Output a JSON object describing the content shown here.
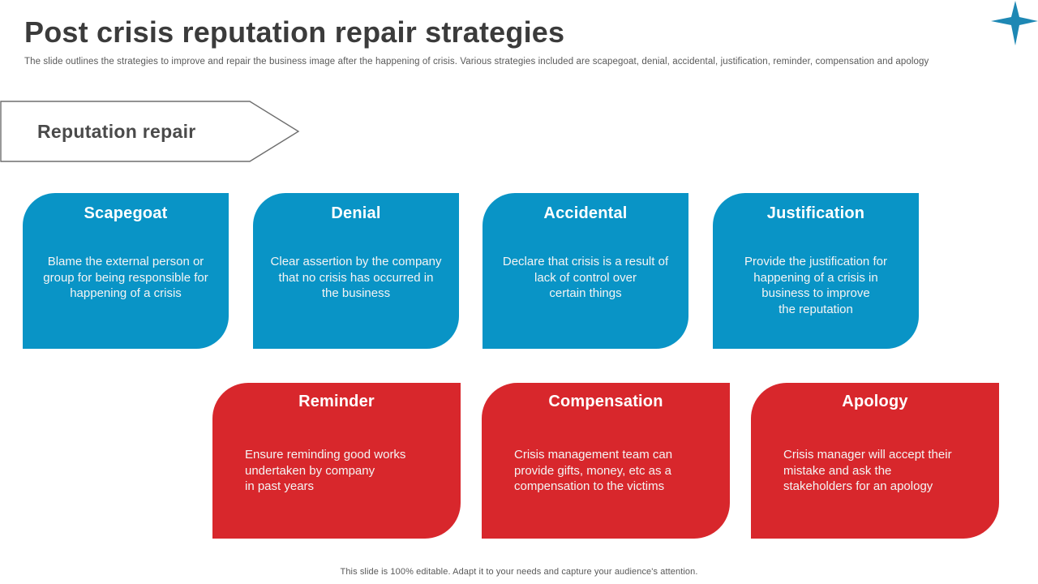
{
  "slide": {
    "title": "Post crisis reputation repair strategies",
    "subtitle": "The slide outlines the strategies to improve and repair the business image after the happening of crisis. Various strategies included are scapegoat, denial, accidental, justification, reminder, compensation and apology",
    "banner_label": "Reputation repair",
    "footer_note": "This slide is 100% editable. Adapt it to your needs and capture your audience's attention."
  },
  "icons": {
    "top_right": "four-point-star-icon"
  },
  "colors": {
    "card_blue": "#0994C6",
    "card_red": "#D8272C",
    "star_blue": "#1E88B4",
    "title_text": "#3B3B3B",
    "muted_text": "#595959",
    "banner_border": "#6E6E6E",
    "banner_text": "#4A4A4A"
  },
  "cards": {
    "blue_row": [
      {
        "title": "Scapegoat",
        "body": "Blame the external person or\ngroup for being responsible for\nhappening of a crisis"
      },
      {
        "title": "Denial",
        "body": "Clear assertion by the company\nthat no crisis has occurred in\nthe business"
      },
      {
        "title": "Accidental",
        "body": "Declare that crisis is a result of\nlack of control over\ncertain things"
      },
      {
        "title": "Justification",
        "body": "Provide the justification for\nhappening of a crisis in\nbusiness to improve\nthe reputation"
      }
    ],
    "red_row": [
      {
        "title": "Reminder",
        "body": "Ensure reminding good works\nundertaken by company\nin past years"
      },
      {
        "title": "Compensation",
        "body": "Crisis management team can\nprovide gifts, money, etc as a\ncompensation to the victims"
      },
      {
        "title": "Apology",
        "body": "Crisis manager will accept their\nmistake and ask the\nstakeholders for an apology"
      }
    ]
  }
}
